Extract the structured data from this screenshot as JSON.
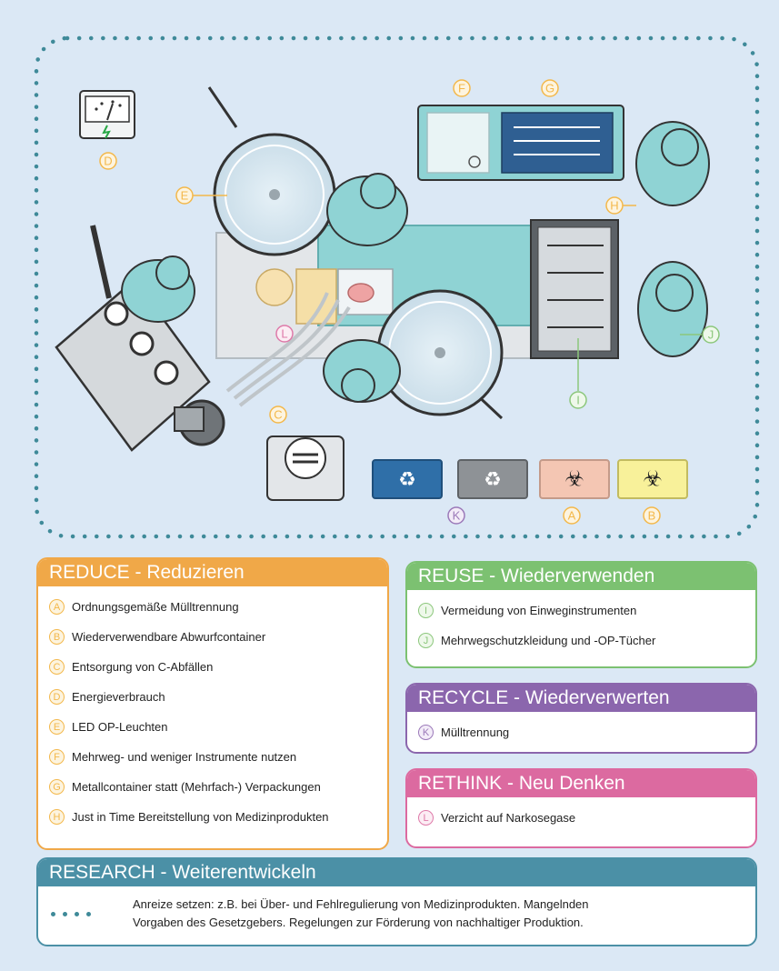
{
  "diagram": {
    "markers": {
      "A": "A",
      "B": "B",
      "C": "C",
      "D": "D",
      "E": "E",
      "F": "F",
      "G": "G",
      "H": "H",
      "I": "I",
      "J": "J",
      "K": "K",
      "L": "L"
    },
    "colors": {
      "reduce": "#f0a848",
      "reuse": "#7cc171",
      "recycle": "#8b66ad",
      "rethink": "#dc6aa0",
      "research": "#4b90a6",
      "scrubs": "#8fd3d4",
      "background": "#dbe8f5"
    },
    "icons": [
      "energy-meter-icon",
      "recycle-icon",
      "biohazard-icon",
      "surgical-lamp-icon",
      "instrument-tray-icon"
    ]
  },
  "legend": {
    "reduce": {
      "title": "REDUCE - Reduzieren",
      "items": [
        {
          "key": "A",
          "text": "Ordnungsgemäße Mülltrennung"
        },
        {
          "key": "B",
          "text": "Wiederverwendbare Abwurfcontainer"
        },
        {
          "key": "C",
          "text": "Entsorgung von C-Abfällen"
        },
        {
          "key": "D",
          "text": "Energieverbrauch"
        },
        {
          "key": "E",
          "text": "LED OP-Leuchten"
        },
        {
          "key": "F",
          "text": "Mehrweg- und weniger Instrumente nutzen"
        },
        {
          "key": "G",
          "text": "Metallcontainer statt (Mehrfach-) Verpackungen"
        },
        {
          "key": "H",
          "text": "Just in Time Bereitstellung von Medizinprodukten"
        }
      ]
    },
    "reuse": {
      "title": "REUSE - Wiederverwenden",
      "items": [
        {
          "key": "I",
          "text": "Vermeidung von Einweginstrumenten"
        },
        {
          "key": "J",
          "text": "Mehrwegschutzkleidung und -OP-Tücher"
        }
      ]
    },
    "recycle": {
      "title": "RECYCLE - Wiederverwerten",
      "items": [
        {
          "key": "K",
          "text": "Mülltrennung"
        }
      ]
    },
    "rethink": {
      "title": "RETHINK - Neu Denken",
      "items": [
        {
          "key": "L",
          "text": "Verzicht auf Narkosegase"
        }
      ]
    },
    "research": {
      "title": "RESEARCH - Weiterentwickeln",
      "lines": [
        "Anreize setzen: z.B. bei Über- und Fehlregulierung von Medizinprodukten. Mangelnden",
        "Vorgaben des Gesetzgebers. Regelungen zur Förderung von nachhaltiger Produktion."
      ]
    }
  }
}
